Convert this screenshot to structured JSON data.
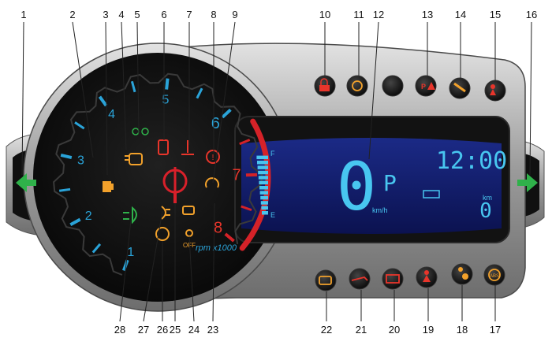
{
  "tachometer": {
    "scale": [
      "1",
      "2",
      "3",
      "4",
      "5",
      "6",
      "7",
      "8"
    ],
    "unit_label": "rpm x1000",
    "hint_label": "OFF"
  },
  "lcd": {
    "speed": "0",
    "gear": "P",
    "speed_unit": "km/h",
    "clock": "12:00",
    "trip_unit": "km",
    "trip_value": "0",
    "fuel_empty": "E",
    "fuel_full": "F"
  },
  "callouts": [
    "1",
    "2",
    "3",
    "4",
    "5",
    "6",
    "7",
    "8",
    "9",
    "10",
    "11",
    "12",
    "13",
    "14",
    "15",
    "16",
    "17",
    "18",
    "19",
    "20",
    "21",
    "22",
    "23",
    "24",
    "25",
    "26",
    "27",
    "28"
  ],
  "colors": {
    "needle": "#d8202a",
    "lcd_cyan": "#48c6f0",
    "warning_red": "#e8352b",
    "warning_amber": "#f2a12b",
    "indicator_green": "#2fb14a",
    "redline": "#d52228",
    "tick_blue": "#2aa3d8"
  }
}
